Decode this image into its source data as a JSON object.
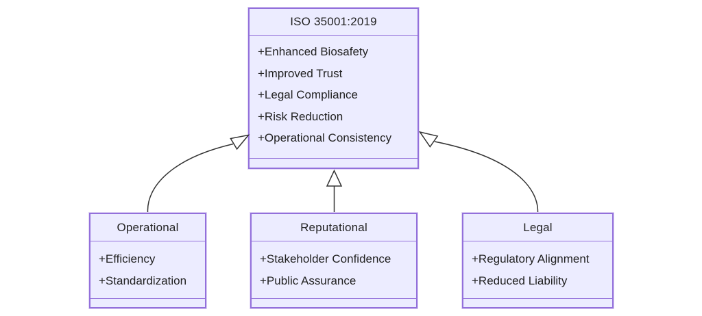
{
  "diagram": {
    "type": "uml-class-diagram",
    "classes": {
      "iso": {
        "title": "ISO 35001:2019",
        "attributes": [
          "+Enhanced Biosafety",
          "+Improved Trust",
          "+Legal Compliance",
          "+Risk Reduction",
          "+Operational Consistency"
        ]
      },
      "operational": {
        "title": "Operational",
        "attributes": [
          "+Efficiency",
          "+Standardization"
        ]
      },
      "reputational": {
        "title": "Reputational",
        "attributes": [
          "+Stakeholder Confidence",
          "+Public Assurance"
        ]
      },
      "legal": {
        "title": "Legal",
        "attributes": [
          "+Regulatory Alignment",
          "+Reduced Liability"
        ]
      }
    },
    "relations": [
      {
        "from": "Operational",
        "to": "ISO 35001:2019",
        "type": "inheritance"
      },
      {
        "from": "Reputational",
        "to": "ISO 35001:2019",
        "type": "inheritance"
      },
      {
        "from": "Legal",
        "to": "ISO 35001:2019",
        "type": "inheritance"
      }
    ],
    "colors": {
      "background": "#FFFFFF",
      "box_fill": "#ECECFF",
      "box_border": "#9370DB",
      "text": "#222222",
      "line": "#333333"
    }
  }
}
